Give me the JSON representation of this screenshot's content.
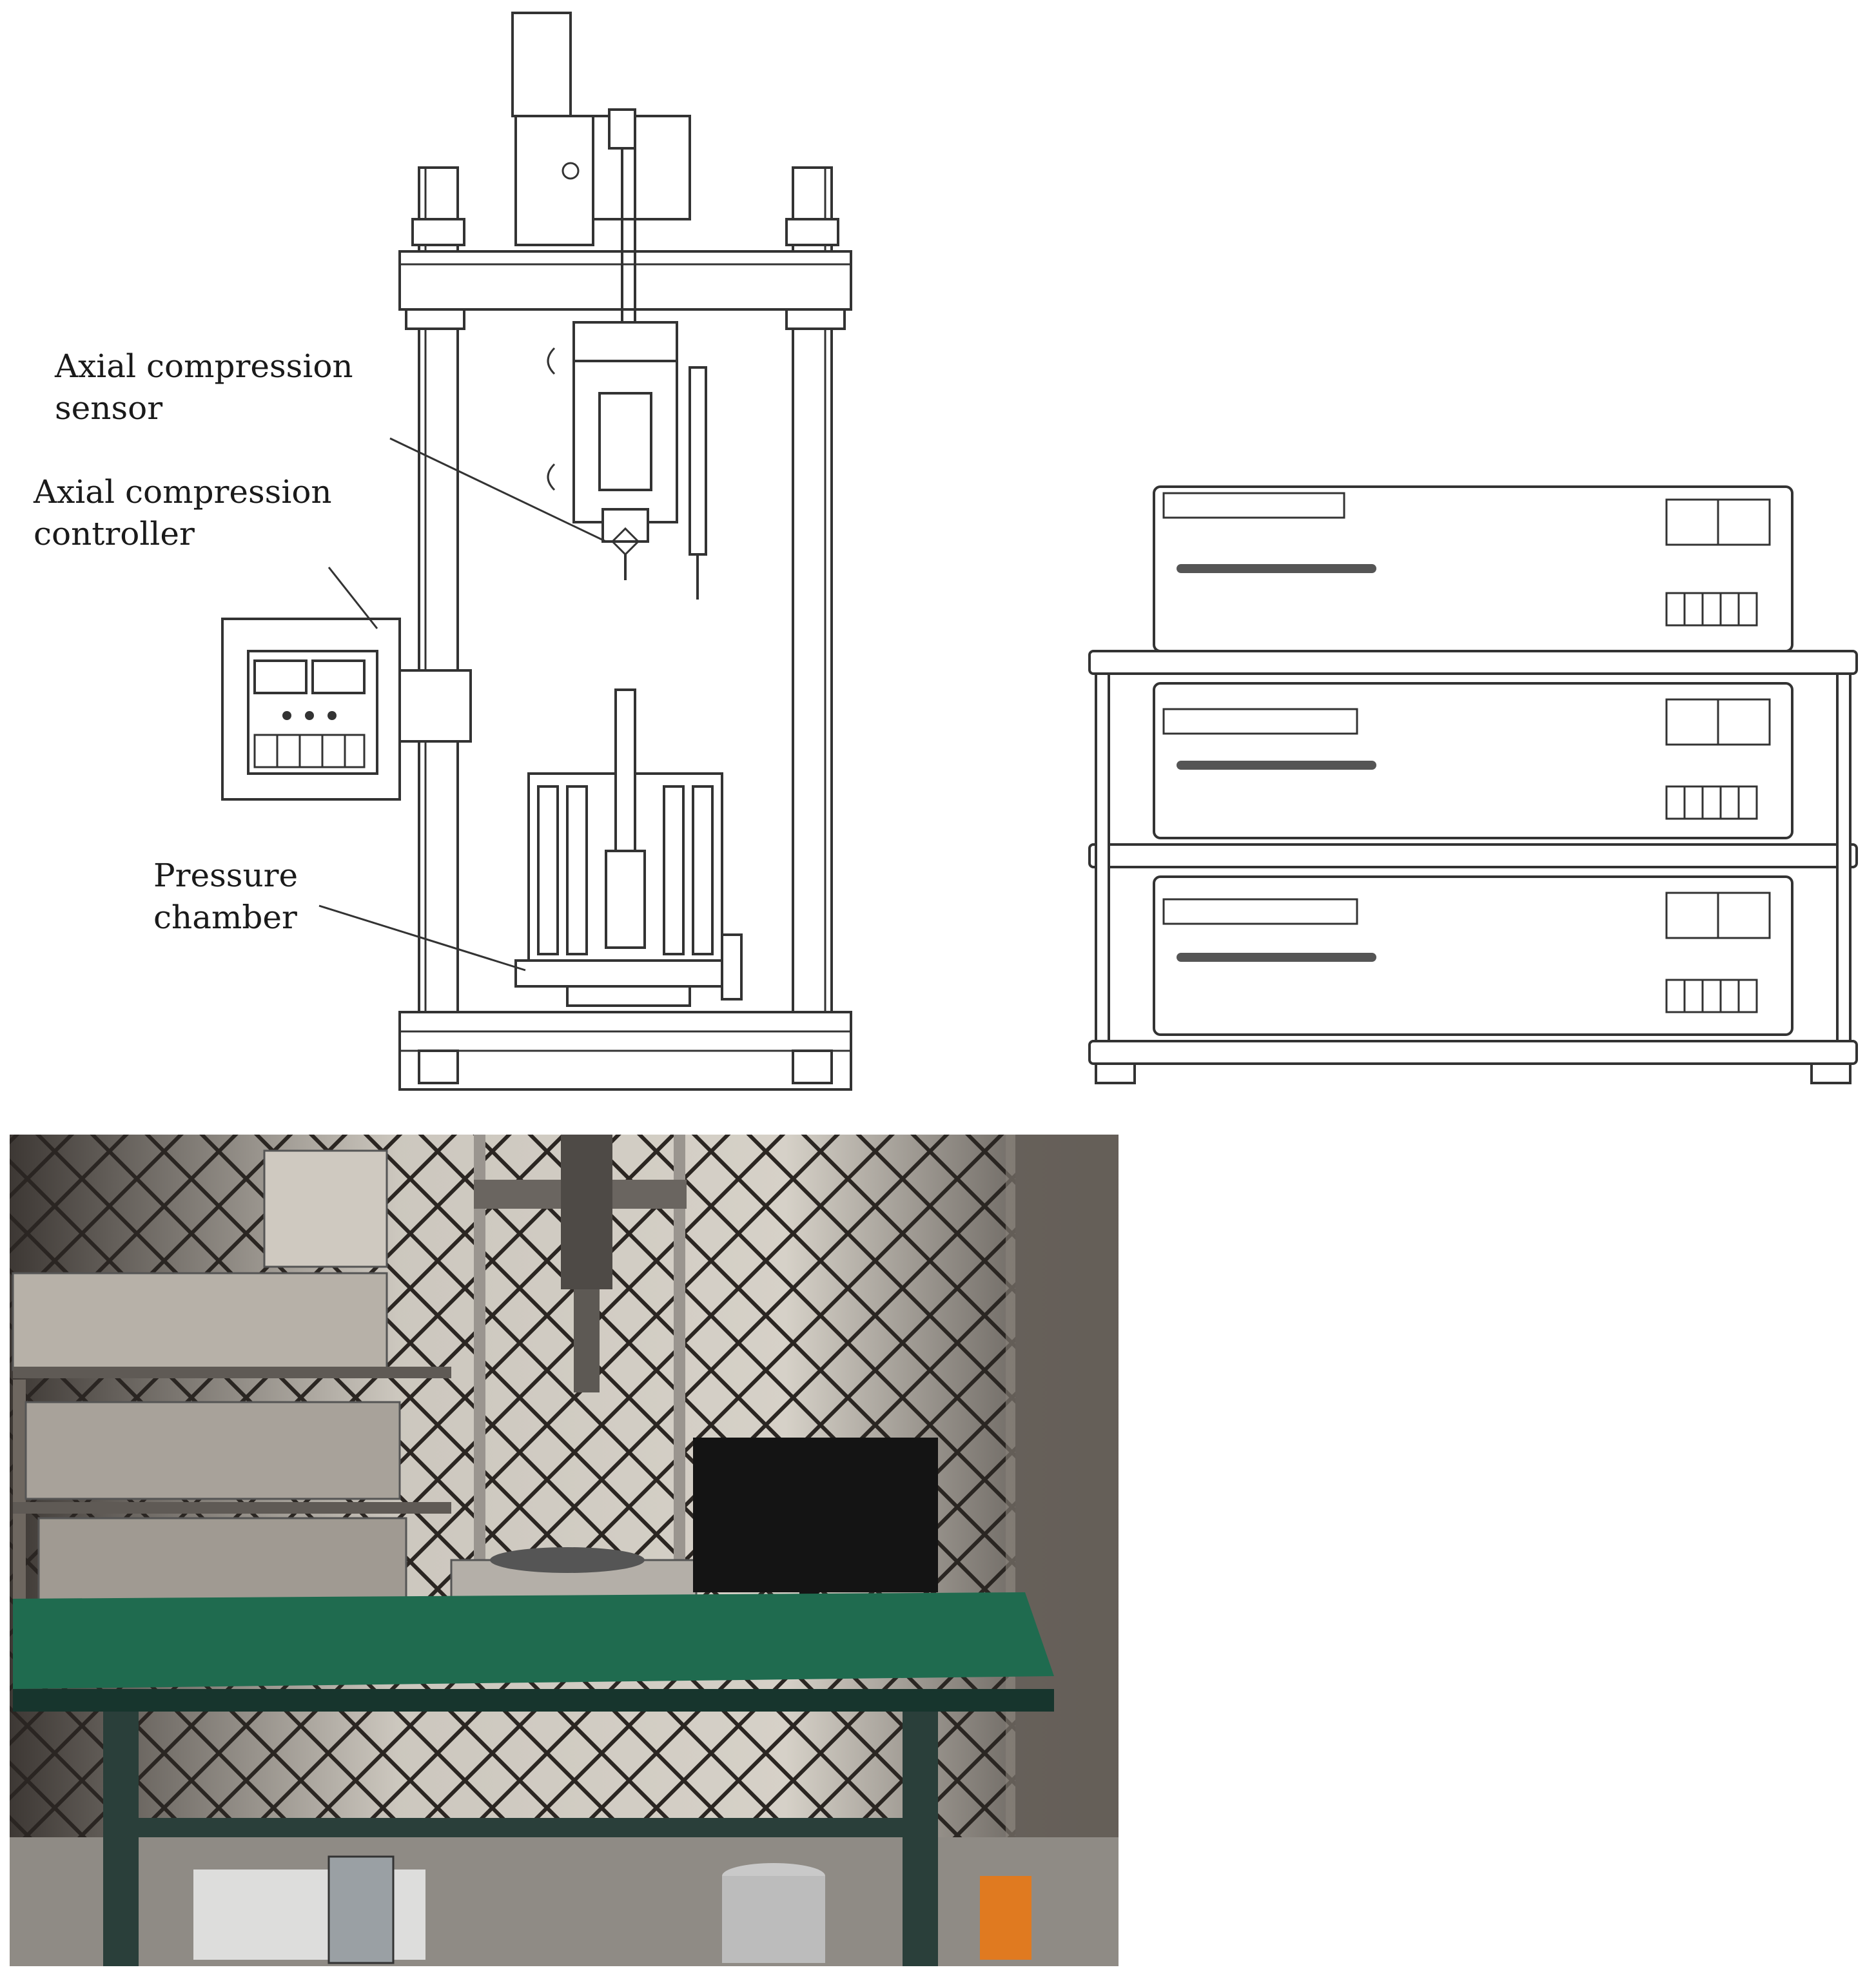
{
  "labels": {
    "axial_sensor": [
      "Axial compression",
      "sensor"
    ],
    "axial_controller": [
      "Axial compression",
      "controller"
    ],
    "pressure_chamber": [
      "Pressure",
      "chamber"
    ]
  },
  "colors": {
    "line": "#333333",
    "desk_top": "#1f6b4f",
    "desk_legs": "#2a3f3a",
    "photo_bg": "#3b3530",
    "fence": "#d9d4cc"
  }
}
